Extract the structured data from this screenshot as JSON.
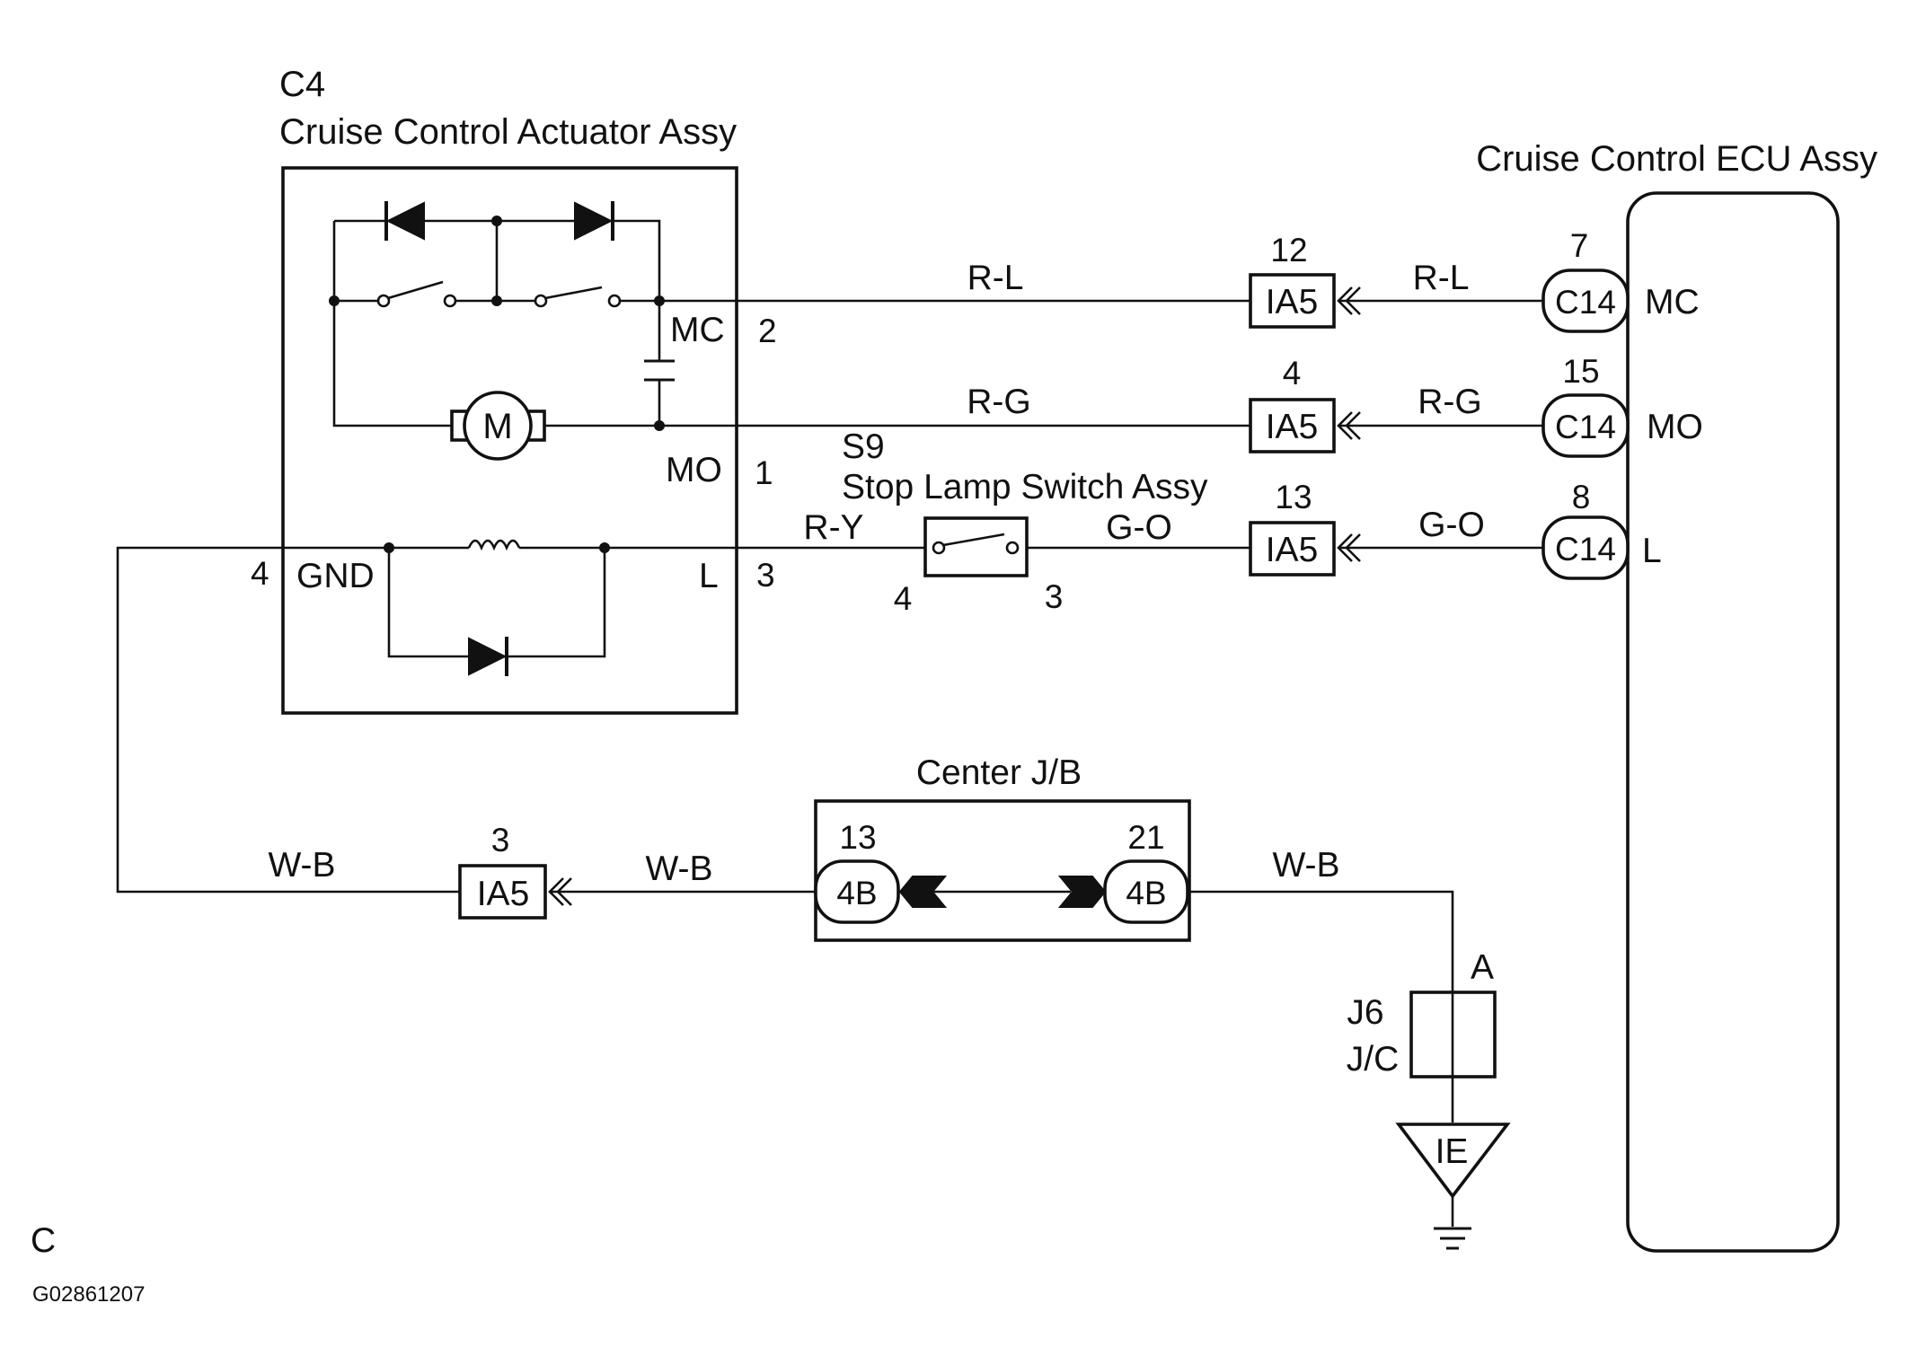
{
  "actuator": {
    "code": "C4",
    "name": "Cruise Control Actuator Assy",
    "terminals": {
      "mc": {
        "label": "MC",
        "pin": "2"
      },
      "mo": {
        "label": "MO",
        "pin": "1"
      },
      "l": {
        "label": "L",
        "pin": "3"
      },
      "gnd": {
        "label": "GND",
        "pin": "4"
      }
    },
    "motor_symbol": "M"
  },
  "ecu": {
    "name": "Cruise Control ECU Assy",
    "terminals": {
      "mc": {
        "label": "MC",
        "pin": "7",
        "connector": "C14"
      },
      "mo": {
        "label": "MO",
        "pin": "15",
        "connector": "C14"
      },
      "l": {
        "label": "L",
        "pin": "8",
        "connector": "C14"
      }
    }
  },
  "stop_lamp_switch": {
    "code": "S9",
    "name": "Stop Lamp Switch Assy",
    "pin_in": "4",
    "pin_out": "3"
  },
  "wires": {
    "mc_left": "R-L",
    "mc_right": "R-L",
    "mo_left": "R-G",
    "mo_right": "R-G",
    "l_left": "R-Y",
    "l_mid": "G-O",
    "l_right": "G-O",
    "gnd_1": "W-B",
    "gnd_2": "W-B",
    "gnd_3": "W-B"
  },
  "inline_connectors": {
    "mc": {
      "code": "IA5",
      "pin": "12"
    },
    "mo": {
      "code": "IA5",
      "pin": "4"
    },
    "l": {
      "code": "IA5",
      "pin": "13"
    },
    "gnd": {
      "code": "IA5",
      "pin": "3"
    }
  },
  "junction_block": {
    "name": "Center J/B",
    "left": {
      "connector": "4B",
      "pin": "13"
    },
    "right": {
      "connector": "4B",
      "pin": "21"
    }
  },
  "junction_connector": {
    "code": "J6",
    "name": "J/C",
    "pin": "A"
  },
  "ground": {
    "code": "IE"
  },
  "footer": {
    "page_letter": "C",
    "figure_id": "G02861207"
  },
  "colors": {
    "line": "#111111",
    "background": "#ffffff"
  }
}
